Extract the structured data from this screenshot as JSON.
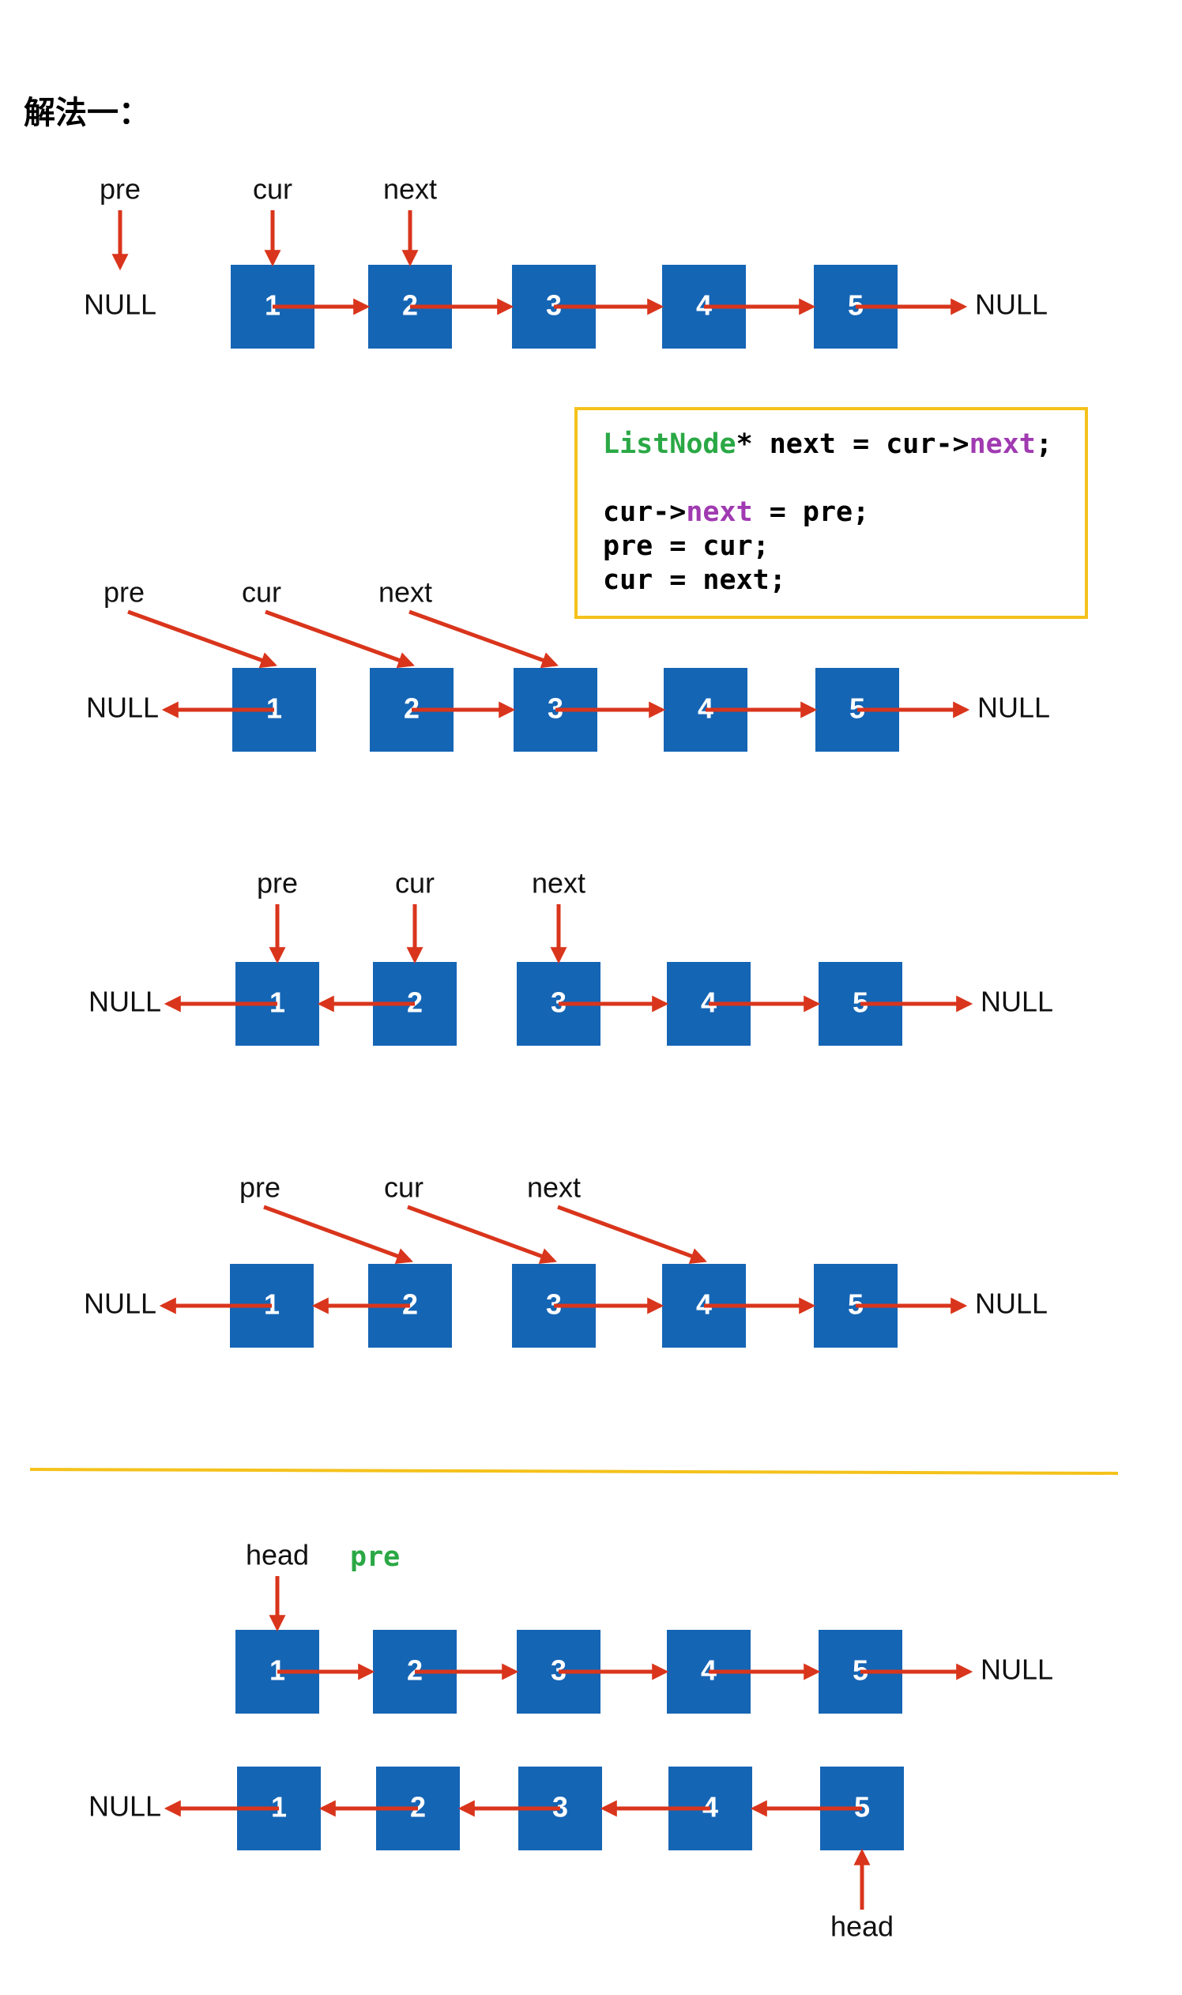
{
  "heading": "解法一：",
  "code": {
    "line1": {
      "type": "ListNode",
      "mid": "* next = cur->",
      "field": "next",
      "end": ";"
    },
    "line2": {
      "start": "cur->",
      "field": "next",
      "end": " = pre;"
    },
    "line3": "pre = cur;",
    "line4": "cur = next;"
  },
  "pre_label_green": "pre",
  "colors": {
    "node": "#1565b5",
    "arrow": "#d9351c",
    "box_border": "#f4c21b",
    "separator": "#f4c21b",
    "type": "#2aa845",
    "field": "#a03ab1"
  },
  "diagrams": [
    {
      "nodes": [
        "1",
        "2",
        "3",
        "4",
        "5"
      ],
      "left_null": "NULL",
      "right_null": "NULL",
      "links": [
        "none",
        "next",
        "next",
        "next",
        "next",
        "next"
      ],
      "pointers": [
        {
          "label": "pre",
          "target": "null-left"
        },
        {
          "label": "cur",
          "target": "node-1"
        },
        {
          "label": "next",
          "target": "node-2"
        }
      ]
    },
    {
      "nodes": [
        "1",
        "2",
        "3",
        "4",
        "5"
      ],
      "left_null": "NULL",
      "right_null": "NULL",
      "links": [
        "back",
        "none",
        "next",
        "next",
        "next",
        "next"
      ],
      "pointers": [
        {
          "label": "pre",
          "target": "node-1"
        },
        {
          "label": "cur",
          "target": "node-2"
        },
        {
          "label": "next",
          "target": "node-3"
        }
      ]
    },
    {
      "nodes": [
        "1",
        "2",
        "3",
        "4",
        "5"
      ],
      "left_null": "NULL",
      "right_null": "NULL",
      "links": [
        "back",
        "back",
        "none",
        "next",
        "next",
        "next"
      ],
      "pointers": [
        {
          "label": "pre",
          "target": "node-1"
        },
        {
          "label": "cur",
          "target": "node-2"
        },
        {
          "label": "next",
          "target": "node-3"
        }
      ]
    },
    {
      "nodes": [
        "1",
        "2",
        "3",
        "4",
        "5"
      ],
      "left_null": "NULL",
      "right_null": "NULL",
      "links": [
        "back",
        "back",
        "none",
        "next",
        "next",
        "next"
      ],
      "pointers": [
        {
          "label": "pre",
          "target": "node-2"
        },
        {
          "label": "cur",
          "target": "node-3"
        },
        {
          "label": "next",
          "target": "node-4"
        }
      ]
    },
    {
      "nodes": [
        "1",
        "2",
        "3",
        "4",
        "5"
      ],
      "left_null": "",
      "right_null": "NULL",
      "links": [
        "none",
        "next",
        "next",
        "next",
        "next",
        "next"
      ],
      "pointers": [
        {
          "label": "head",
          "target": "node-1"
        }
      ]
    },
    {
      "nodes": [
        "1",
        "2",
        "3",
        "4",
        "5"
      ],
      "left_null": "NULL",
      "right_null": "",
      "links": [
        "back",
        "back",
        "back",
        "back",
        "back",
        "none"
      ],
      "pointers": [
        {
          "label": "head",
          "target": "node-5"
        }
      ]
    }
  ]
}
